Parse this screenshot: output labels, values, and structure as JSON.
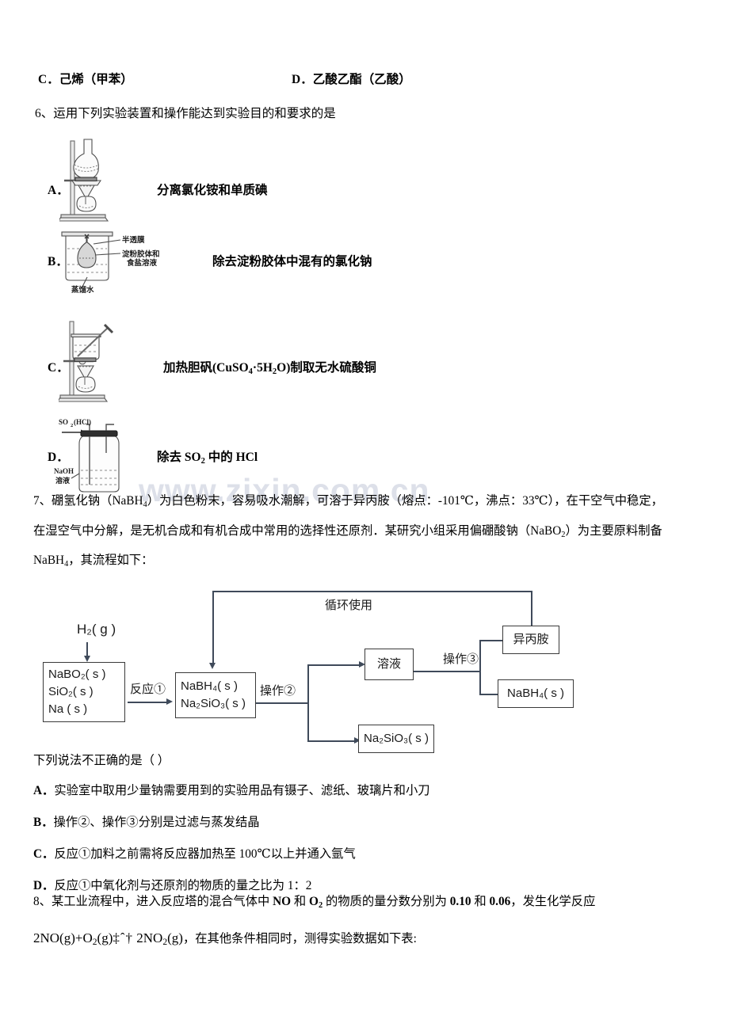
{
  "watermark": {
    "text": "www.zixin.com.cn"
  },
  "prev_question_tail": {
    "option_c": "C．己烯（甲苯）",
    "option_d": "D．乙酸乙酯（乙酸）"
  },
  "question6": {
    "number": "6、",
    "stem": "运用下列实验装置和操作能达到实验目的和要求的是",
    "options": [
      {
        "letter": "A．",
        "description": "分离氯化铵和单质碘",
        "apparatus": "sublimation-funnel-stand-icon",
        "apparatus_labels": []
      },
      {
        "letter": "B．",
        "description": "除去淀粉胶体中混有的氯化钠",
        "apparatus": "dialysis-beaker-icon",
        "apparatus_labels": [
          "半透膜",
          "淀粉胶体和",
          "食盐溶液",
          "蒸馏水"
        ]
      },
      {
        "letter": "C．",
        "description_parts": [
          "加热胆矾(CuSO",
          "4",
          "·5H",
          "2",
          "O)制取无水硫酸铜"
        ],
        "description": "加热胆矾(CuSO4·5H2O)制取无水硫酸铜",
        "apparatus": "heated-beaker-stand-icon",
        "apparatus_labels": []
      },
      {
        "letter": "D．",
        "description_parts": [
          "除去 SO",
          "2",
          " 中的 HCl"
        ],
        "description": "除去 SO2 中的 HCl",
        "apparatus": "gas-washing-bottle-icon",
        "apparatus_labels": [
          "SO₂(HCl)",
          "NaOH",
          "溶液"
        ]
      }
    ]
  },
  "question7": {
    "number": "7、",
    "paragraph_1": "硼氢化钠（NaBH4）为白色粉末，容易吸水潮解，可溶于异丙胺（熔点：-101℃，沸点：33℃），在干空气中稳定，",
    "paragraph_2": "在湿空气中分解，是无机合成和有机合成中常用的选择性还原剂．某研究小组采用偏硼酸钠（NaBO2）为主要原料制备",
    "paragraph_3": "NaBH4，其流程如下：",
    "flow": {
      "input_gas": "H₂( g )",
      "box_reactants": [
        "NaBO₂( s )",
        "SiO₂( s )",
        "Na ( s )"
      ],
      "label_reaction1": "反应①",
      "box_products": [
        "NaBH₄( s )",
        "Na₂SiO₃( s )"
      ],
      "label_operation2": "操作②",
      "box_solution": "溶液",
      "box_na2sio3": "Na₂SiO₃( s )",
      "label_operation3": "操作③",
      "box_amine": "异丙胺",
      "box_nabh4": "NaBH₄( s )",
      "label_recycle": "循环使用"
    },
    "ask": "下列说法不正确的是（        ）",
    "options": [
      {
        "letter": "A．",
        "text": "实验室中取用少量钠需要用到的实验用品有镊子、滤纸、玻璃片和小刀"
      },
      {
        "letter": "B．",
        "text": "操作②、操作③分别是过滤与蒸发结晶"
      },
      {
        "letter": "C．",
        "text": "反应①加料之前需将反应器加热至 100℃以上并通入氩气"
      },
      {
        "letter": "D．",
        "text": "反应①中氧化剂与还原剂的物质的量之比为 1：2"
      }
    ]
  },
  "question8": {
    "number": "8、",
    "text_1": "某工业流程中，进入反应塔的混合气体中 NO 和 O2 的物质的量分数分别为 0.10 和 0.06，发生化学反应",
    "equation_left": "2NO",
    "equation_full": "2NO(g)+O2(g)‡ˆ† 2NO2(g)",
    "equation_garbled_symbol": "‡ˆ†",
    "text_2": "，在其他条件相同时，测得实验数据如下表:",
    "values": {
      "no_fraction": "0.10",
      "o2_fraction": "0.06"
    }
  }
}
